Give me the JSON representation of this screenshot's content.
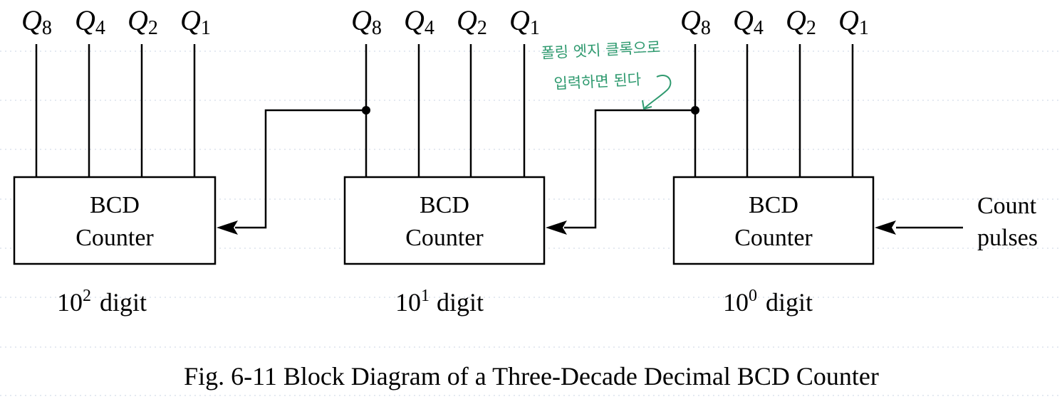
{
  "output_labels": {
    "q8": {
      "letter": "Q",
      "sub": "8"
    },
    "q4": {
      "letter": "Q",
      "sub": "4"
    },
    "q2": {
      "letter": "Q",
      "sub": "2"
    },
    "q1": {
      "letter": "Q",
      "sub": "1"
    }
  },
  "counters": [
    {
      "line1": "BCD",
      "line2": "Counter",
      "digit_base": "10",
      "digit_exp": "2",
      "digit_word": "digit"
    },
    {
      "line1": "BCD",
      "line2": "Counter",
      "digit_base": "10",
      "digit_exp": "1",
      "digit_word": "digit"
    },
    {
      "line1": "BCD",
      "line2": "Counter",
      "digit_base": "10",
      "digit_exp": "0",
      "digit_word": "digit"
    }
  ],
  "input": {
    "line1": "Count",
    "line2": "pulses"
  },
  "annotation": {
    "line1": "폴링 엣지 클록으로",
    "line2": "입력하면 된다",
    "color": "#2f9a6f"
  },
  "caption": "Fig. 6-11  Block Diagram of a Three-Decade Decimal BCD Counter"
}
